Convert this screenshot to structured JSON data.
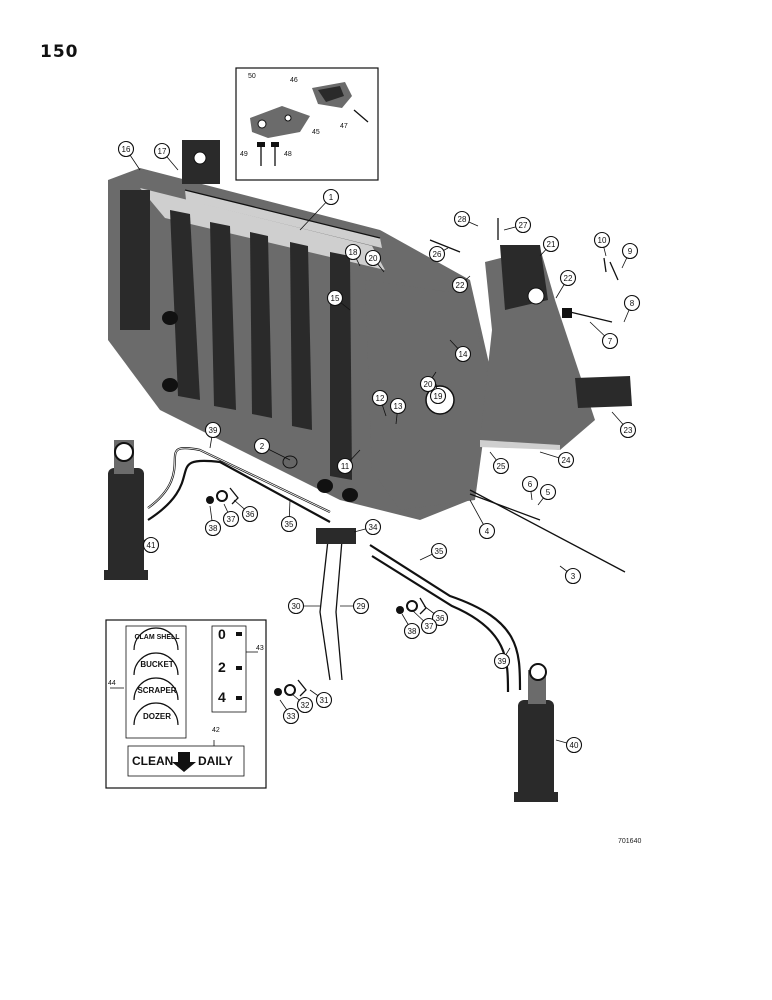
{
  "page": {
    "number": "150",
    "figure_id": "701640"
  },
  "callouts": [
    "1",
    "2",
    "3",
    "4",
    "5",
    "6",
    "7",
    "8",
    "9",
    "10",
    "11",
    "12",
    "13",
    "14",
    "15",
    "16",
    "17",
    "18",
    "19",
    "20",
    "21",
    "22",
    "23",
    "24",
    "25",
    "26",
    "27",
    "28",
    "29",
    "30",
    "31",
    "32",
    "33",
    "34",
    "35",
    "36",
    "37",
    "38",
    "39",
    "40",
    "41",
    "42",
    "43",
    "44",
    "45",
    "46",
    "47",
    "48",
    "49",
    "50"
  ],
  "inset_top": {
    "labels": [
      "50",
      "46",
      "45",
      "47",
      "49",
      "48"
    ]
  },
  "inset_decals": {
    "decal_44": [
      "CLAM SHELL",
      "BUCKET",
      "SCRAPER",
      "DOZER"
    ],
    "decal_43": [
      "0",
      "2",
      "4"
    ],
    "decal_42": {
      "left": "CLEAN",
      "right": "DAILY"
    }
  }
}
